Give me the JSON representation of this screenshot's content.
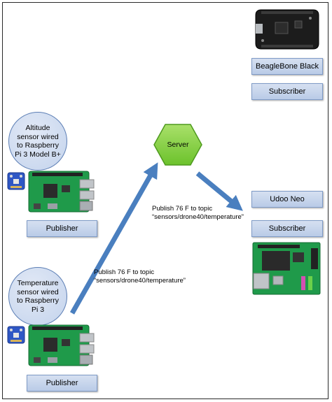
{
  "server": {
    "label": "Server"
  },
  "publishers": [
    {
      "bubble_lines": [
        "Altitude",
        "sensor wired",
        "to Raspberry",
        "Pi 3 Model B+"
      ],
      "role_label": "Publisher"
    },
    {
      "bubble_lines": [
        "Temperature",
        "sensor wired",
        "to Raspberry",
        "Pi 3"
      ],
      "role_label": "Publisher"
    }
  ],
  "subscribers": [
    {
      "device_label": "BeagleBone Black",
      "role_label": "Subscriber"
    },
    {
      "device_label": "Udoo Neo",
      "role_label": "Subscriber"
    }
  ],
  "messages": {
    "to_server": [
      "Publish 76 F to topic",
      "“sensors/drone40/temperature”"
    ],
    "to_subscriber": [
      "Publish 76 F to topic",
      "“sensors/drone40/temperature”"
    ]
  },
  "colors": {
    "box_border": "#7f9bc7",
    "bubble_fill": "#c3d3ec",
    "server_fill": "#7fce3b",
    "arrow": "#4a7fbf",
    "board_green": "#1f9a4a"
  },
  "icons": {
    "raspberry_pi": "raspberry-pi-board-icon",
    "sensor": "sensor-breakout-icon",
    "beaglebone": "beaglebone-black-board-icon",
    "udoo": "udoo-neo-board-icon"
  }
}
